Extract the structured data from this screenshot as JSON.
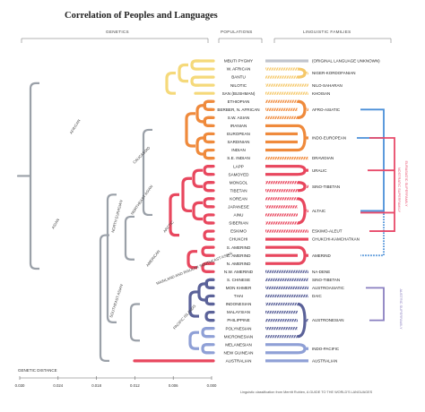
{
  "title": "Correlation of Peoples and Languages",
  "headers": {
    "genetics": "GENETICS",
    "populations": "POPULATIONS",
    "families": "LINGUISTIC FAMILIES"
  },
  "genetic_distance_label": "GENETIC DISTANCE",
  "axis_ticks": [
    "0.030",
    "0.024",
    "0.018",
    "0.012",
    "0.006",
    "0.000"
  ],
  "source": "Linguistic classification from Merritt Ruhlen, A GUIDE TO THE WORLD'S LANGUAGES",
  "branch_labels": [
    "AFRICAN",
    "CAUCASOID",
    "NORTHEAST ASIAN",
    "ARCTIC",
    "AMERICAN",
    "NORTH EURASIAN",
    "ASIAN",
    "SOUTHEAST ASIAN",
    "MAINLAND AND INSULAR SOUTHEAST ASIAN",
    "PACIFIC ISLANDS"
  ],
  "populations": [
    "MBUTI PYGMY",
    "W. AFRICAN",
    "BANTU",
    "NILOTIC",
    "SAN (BUSHMAN)",
    "ETHIOPIAN",
    "BERBER, N. AFRICAN",
    "S.W. ASIAN",
    "IRANIAN",
    "EUROPEAN",
    "SARDINIAN",
    "INDIAN",
    "S.E. INDIAN",
    "LAPP",
    "SAMOYED",
    "MONGOL",
    "TIBETAN",
    "KOREAN",
    "JAPANESE",
    "AINU",
    "SIBERIAN",
    "ESKIMO",
    "CHUKCHI",
    "S. AMERIND",
    "C. AMERIND",
    "N. AMERIND",
    "N.W. AMERIND",
    "S. CHINESE",
    "MON KHMER",
    "THAI",
    "INDONESIAN",
    "MALAYSIAN",
    "PHILIPPINE",
    "POLYNESIAN",
    "MICRONESIAN",
    "MELANESIAN",
    "NEW GUINEAN",
    "AUSTRALIAN"
  ],
  "families": [
    "(ORIGINAL LANGUAGE UNKNOWN)",
    "NIGER-KORDOFANIAN",
    "NILO-SAHARAN",
    "KHOISAN",
    "AFRO-ASIATIC",
    "INDO-EUROPEAN",
    "DRAVIDIAN",
    "URALIC",
    "SINO-TIBETAN",
    "ALTAIC",
    "ESKIMO-ALEUT",
    "CHUKCHI-KAMCHATKAN",
    "AMERIND",
    "NA-DENE",
    "SINO-TIBETAN",
    "AUSTROASIATIC",
    "DAIC",
    "AUSTRONESIAN",
    "INDO-PACIFIC",
    "AUSTRALIAN"
  ],
  "superfamilies": [
    "EURASIATIC SUPERFAMILY",
    "NOSTRATIC SUPERFAMILY",
    "AUSTRIC SUPERFAMILY"
  ],
  "colors": {
    "african": "#f5d97a",
    "caucasoid": "#ef8a3c",
    "northeast": "#e8475e",
    "american": "#e8475e",
    "sea": "#5b6299",
    "pacific": "#8fa0d6",
    "australian": "#e8475e",
    "root": "#9aa0a8",
    "eurasiatic": "#4a8fd8",
    "nostratic": "#e84a6a",
    "austric": "#8a7fc0"
  }
}
